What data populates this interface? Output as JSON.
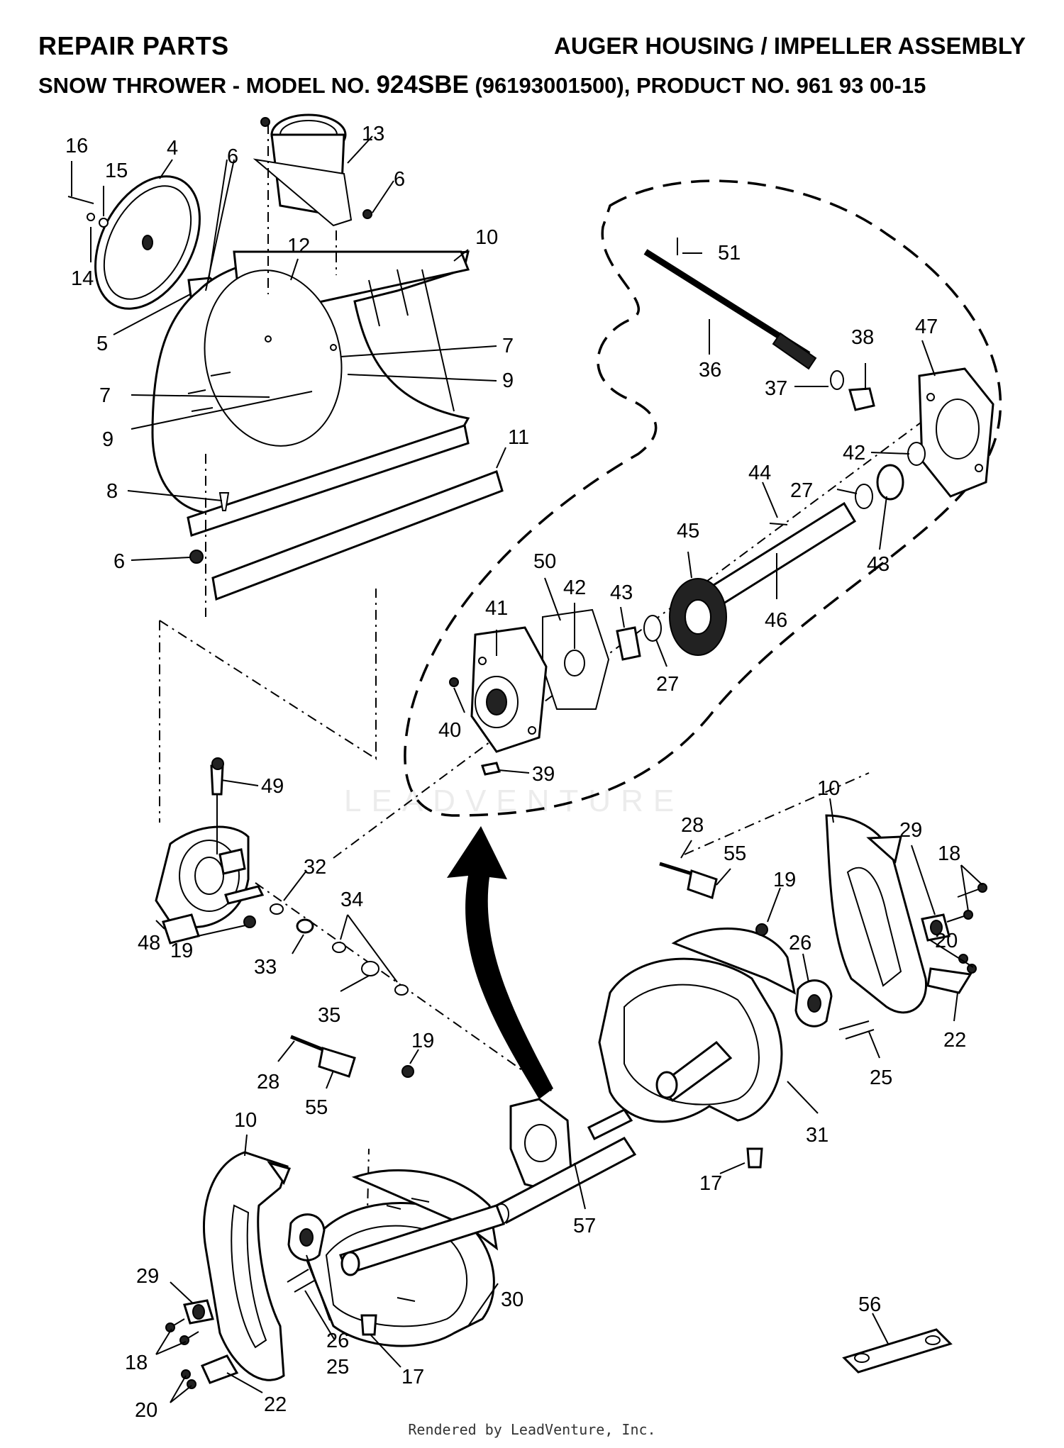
{
  "header": {
    "left_title": "REPAIR PARTS",
    "right_title": "AUGER HOUSING / IMPELLER ASSEMBLY",
    "subtitle_prefix": "SNOW THROWER - MODEL NO. ",
    "model": "924SBE",
    "subtitle_suffix": " (96193001500), PRODUCT NO. 961 93 00-15"
  },
  "watermark": "LEADVENTURE",
  "footer": "Rendered by LeadVenture, Inc.",
  "callouts": {
    "c16": "16",
    "c15": "15",
    "c4": "4",
    "c6a": "6",
    "c13": "13",
    "c6b": "6",
    "c12": "12",
    "c10a": "10",
    "c14": "14",
    "c5": "5",
    "c7a": "7",
    "c9a": "9",
    "c7b": "7",
    "c9b": "9",
    "c11": "11",
    "c8": "8",
    "c6c": "6",
    "c51": "51",
    "c36": "36",
    "c38": "38",
    "c47": "47",
    "c37": "37",
    "c42a": "42",
    "c44": "44",
    "c27a": "27",
    "c43a": "43",
    "c45": "45",
    "c50": "50",
    "c42b": "42",
    "c43b": "43",
    "c41": "41",
    "c46": "46",
    "c27b": "27",
    "c40": "40",
    "c39": "39",
    "c49": "49",
    "c32": "32",
    "c34": "34",
    "c48": "48",
    "c19a": "19",
    "c33": "33",
    "c35": "35",
    "c10b": "10",
    "c28a": "28",
    "c55a": "55",
    "c29a": "29",
    "c18a": "18",
    "c19b": "19",
    "c20a": "20",
    "c26a": "26",
    "c22a": "22",
    "c25a": "25",
    "c31": "31",
    "c17a": "17",
    "c28b": "28",
    "c55b": "55",
    "c19c": "19",
    "c10c": "10",
    "c57": "57",
    "c30": "30",
    "c29b": "29",
    "c26b": "26",
    "c18b": "18",
    "c25b": "25",
    "c17b": "17",
    "c20b": "20",
    "c22b": "22",
    "c56": "56"
  }
}
